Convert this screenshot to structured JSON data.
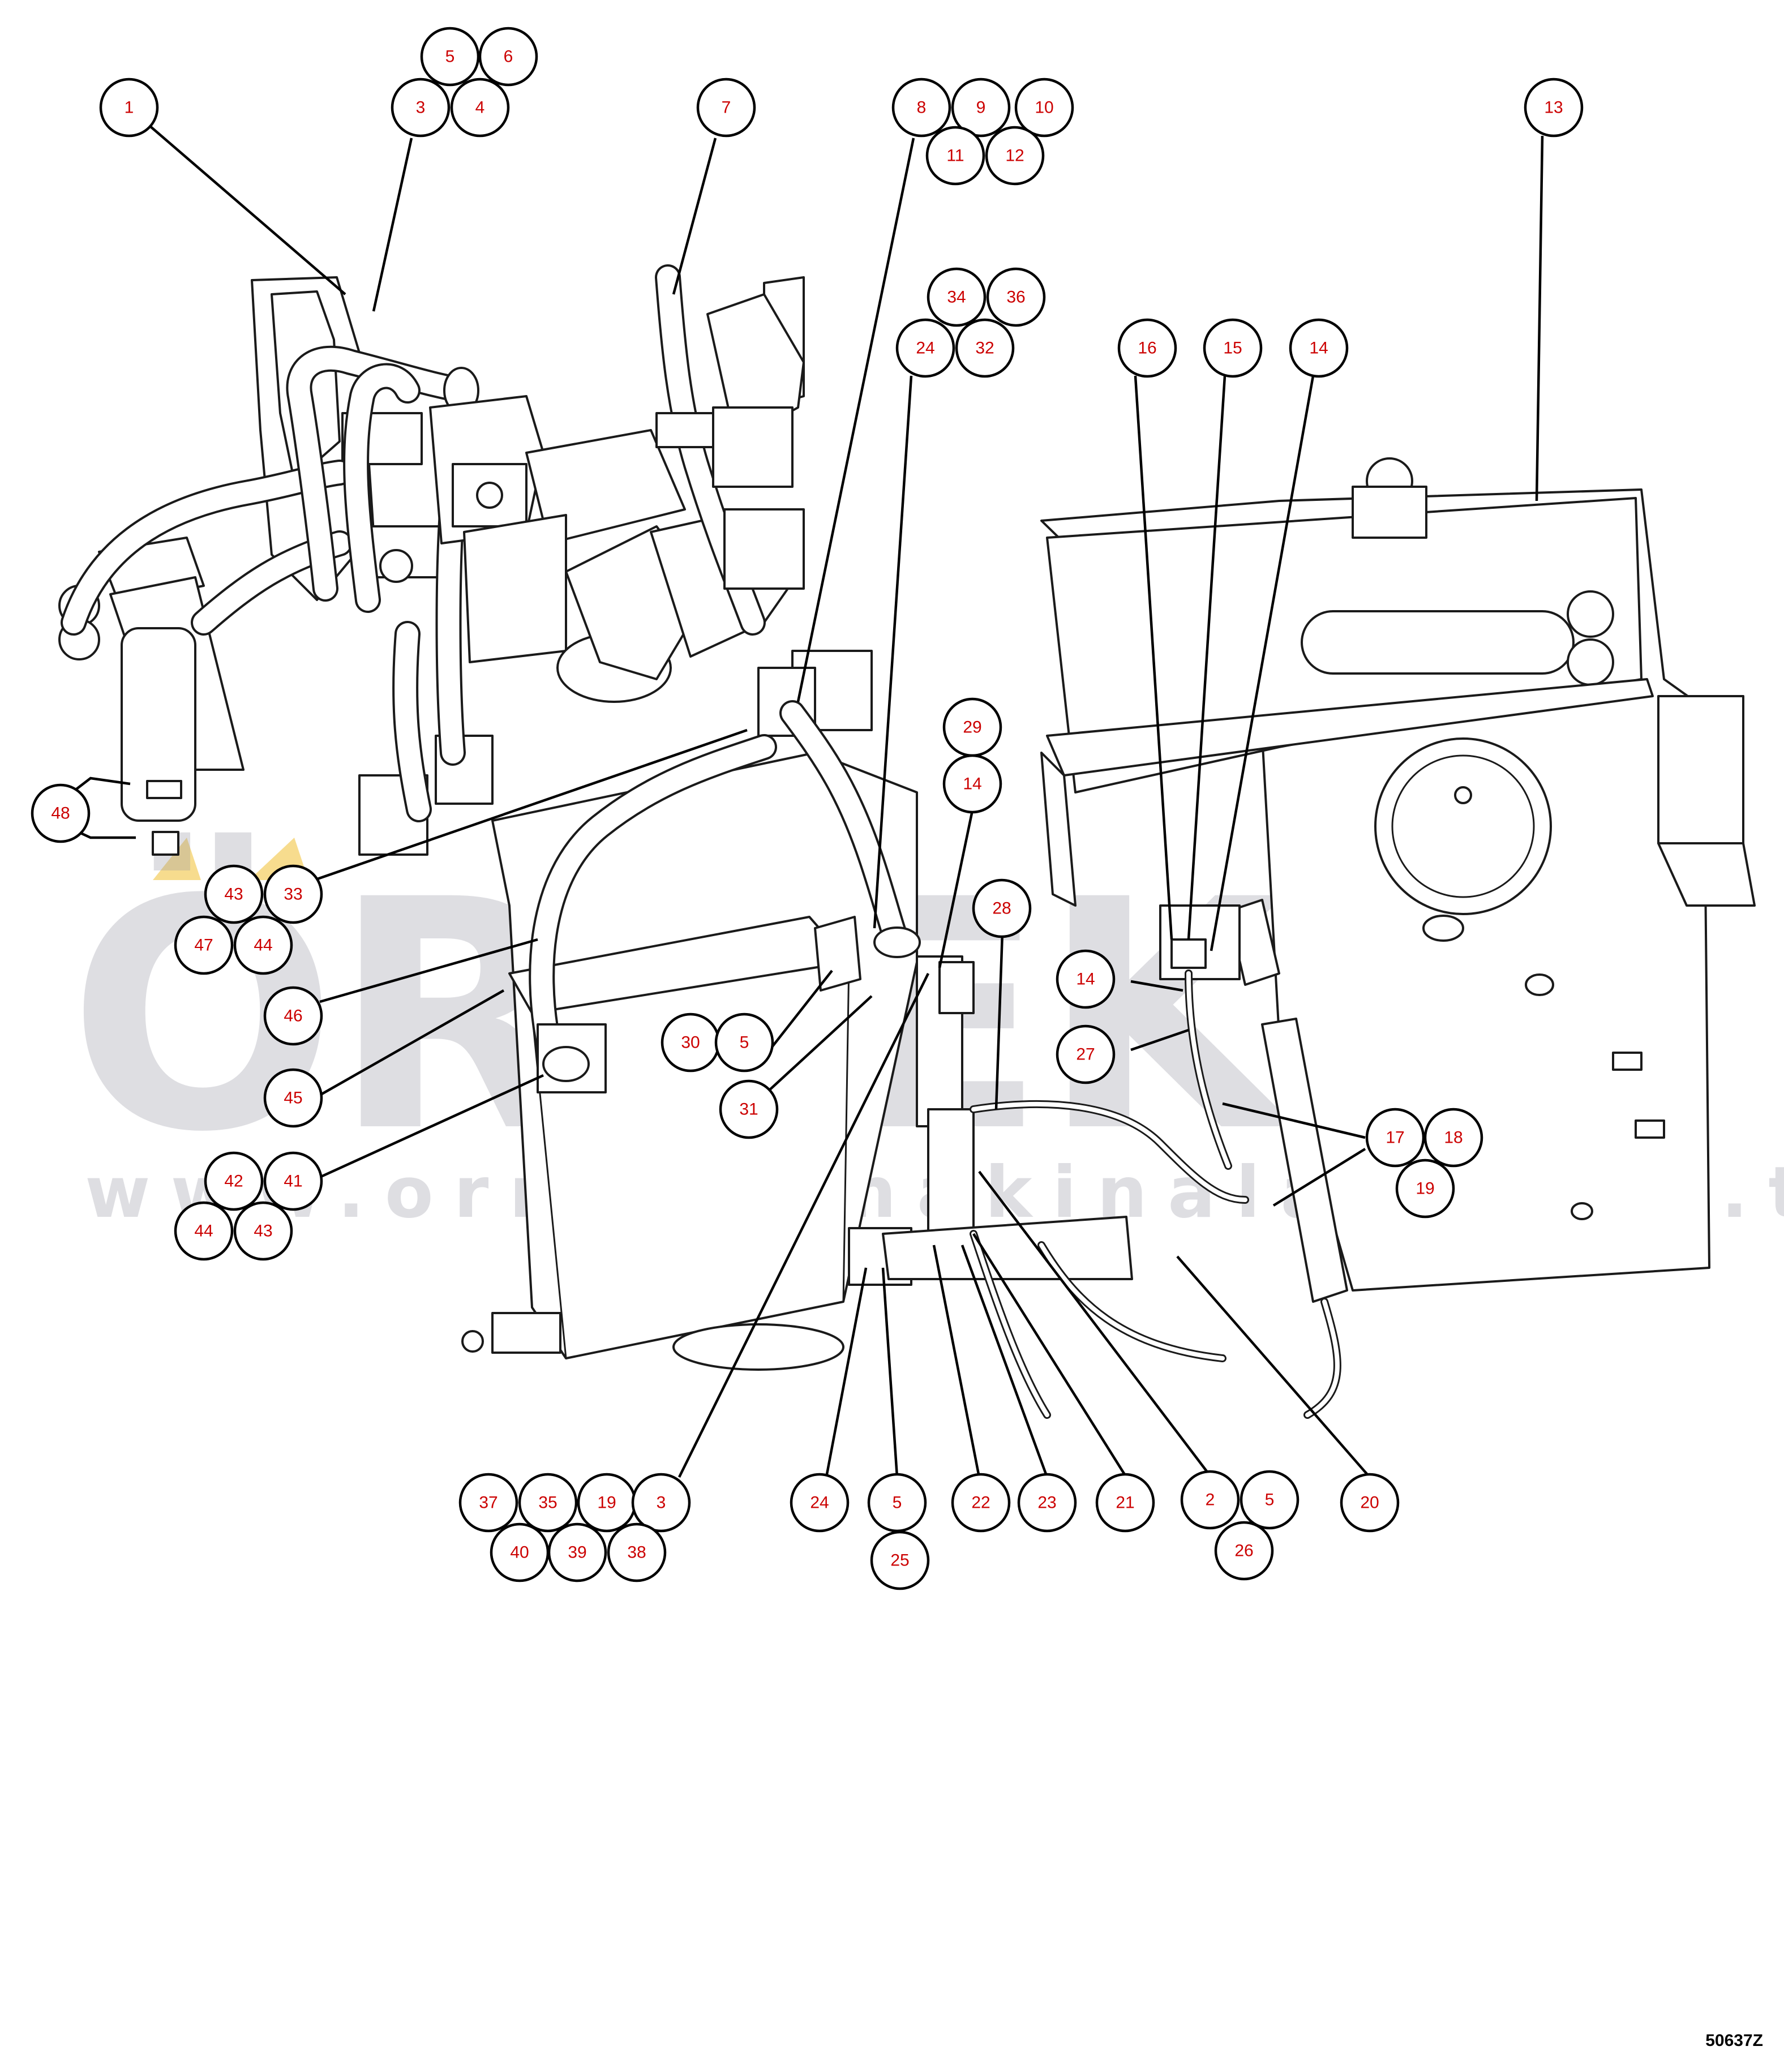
{
  "watermark": {
    "brand": "ÖRNEK",
    "url": "www.ornekismakinalari.com.tr"
  },
  "drawing_code": "50637Z",
  "callouts": [
    {
      "label": "1"
    },
    {
      "label": "5"
    },
    {
      "label": "6"
    },
    {
      "label": "3"
    },
    {
      "label": "4"
    },
    {
      "label": "7"
    },
    {
      "label": "8"
    },
    {
      "label": "9"
    },
    {
      "label": "10"
    },
    {
      "label": "11"
    },
    {
      "label": "12"
    },
    {
      "label": "13"
    },
    {
      "label": "34"
    },
    {
      "label": "36"
    },
    {
      "label": "24"
    },
    {
      "label": "32"
    },
    {
      "label": "16"
    },
    {
      "label": "15"
    },
    {
      "label": "14"
    },
    {
      "label": "29"
    },
    {
      "label": "14"
    },
    {
      "label": "48"
    },
    {
      "label": "43"
    },
    {
      "label": "33"
    },
    {
      "label": "47"
    },
    {
      "label": "44"
    },
    {
      "label": "28"
    },
    {
      "label": "14"
    },
    {
      "label": "46"
    },
    {
      "label": "27"
    },
    {
      "label": "30"
    },
    {
      "label": "5"
    },
    {
      "label": "45"
    },
    {
      "label": "31"
    },
    {
      "label": "17"
    },
    {
      "label": "18"
    },
    {
      "label": "19"
    },
    {
      "label": "42"
    },
    {
      "label": "41"
    },
    {
      "label": "44"
    },
    {
      "label": "43"
    },
    {
      "label": "37"
    },
    {
      "label": "35"
    },
    {
      "label": "19"
    },
    {
      "label": "3"
    },
    {
      "label": "40"
    },
    {
      "label": "39"
    },
    {
      "label": "38"
    },
    {
      "label": "24"
    },
    {
      "label": "5"
    },
    {
      "label": "25"
    },
    {
      "label": "22"
    },
    {
      "label": "23"
    },
    {
      "label": "21"
    },
    {
      "label": "2"
    },
    {
      "label": "5"
    },
    {
      "label": "26"
    },
    {
      "label": "20"
    }
  ]
}
